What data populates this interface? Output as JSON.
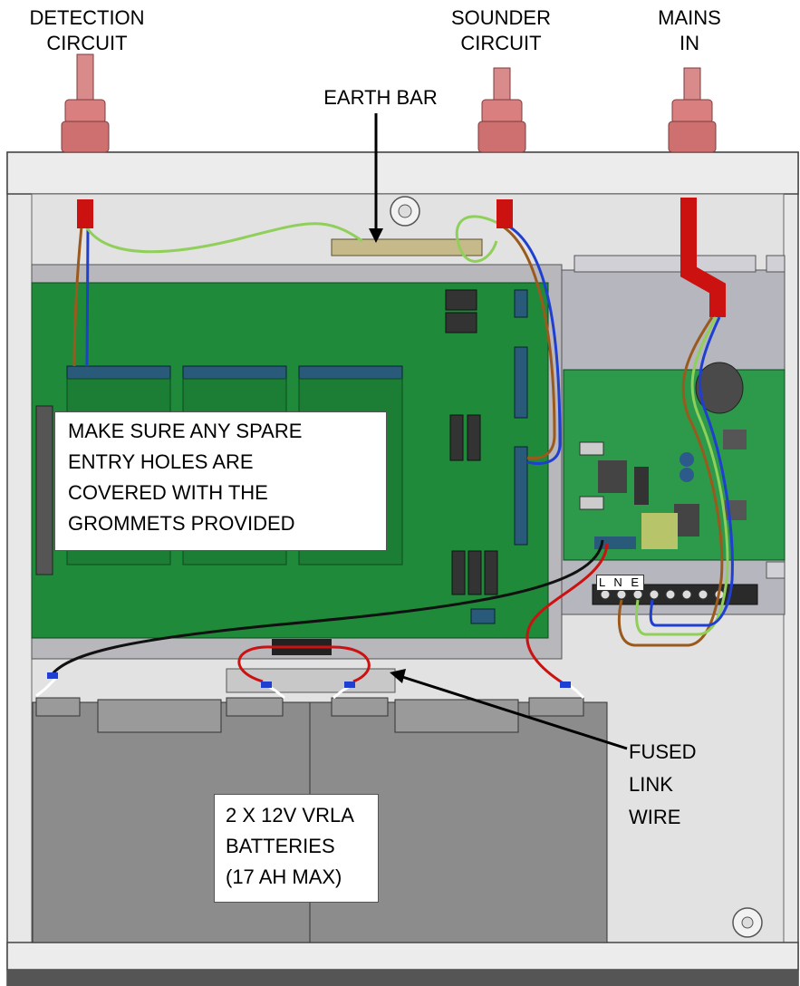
{
  "labels": {
    "detection_circuit": [
      "DETECTION",
      "CIRCUIT"
    ],
    "sounder_circuit": [
      "SOUNDER",
      "CIRCUIT"
    ],
    "mains_in": [
      "MAINS",
      "IN"
    ],
    "earth_bar": "EARTH BAR",
    "fused_link": [
      "FUSED",
      "LINK",
      "WIRE"
    ],
    "lne": "L N E"
  },
  "notes": {
    "spare_entry": [
      "MAKE SURE ANY SPARE",
      "ENTRY HOLES ARE",
      "COVERED WITH THE",
      "GROMMETS PROVIDED"
    ],
    "batteries": [
      "2 X 12V VRLA",
      "BATTERIES",
      "(17 AH MAX)"
    ]
  },
  "colors": {
    "enclosure": "#e6e6e6",
    "pcb": "#1f8a3a",
    "battery": "#8c8c8c",
    "gland": "#d98a8a",
    "live_red": "#cc1111",
    "neutral_blue": "#1f3fd0",
    "brown": "#9a5a1e",
    "earth_green": "#8fcf5a"
  }
}
